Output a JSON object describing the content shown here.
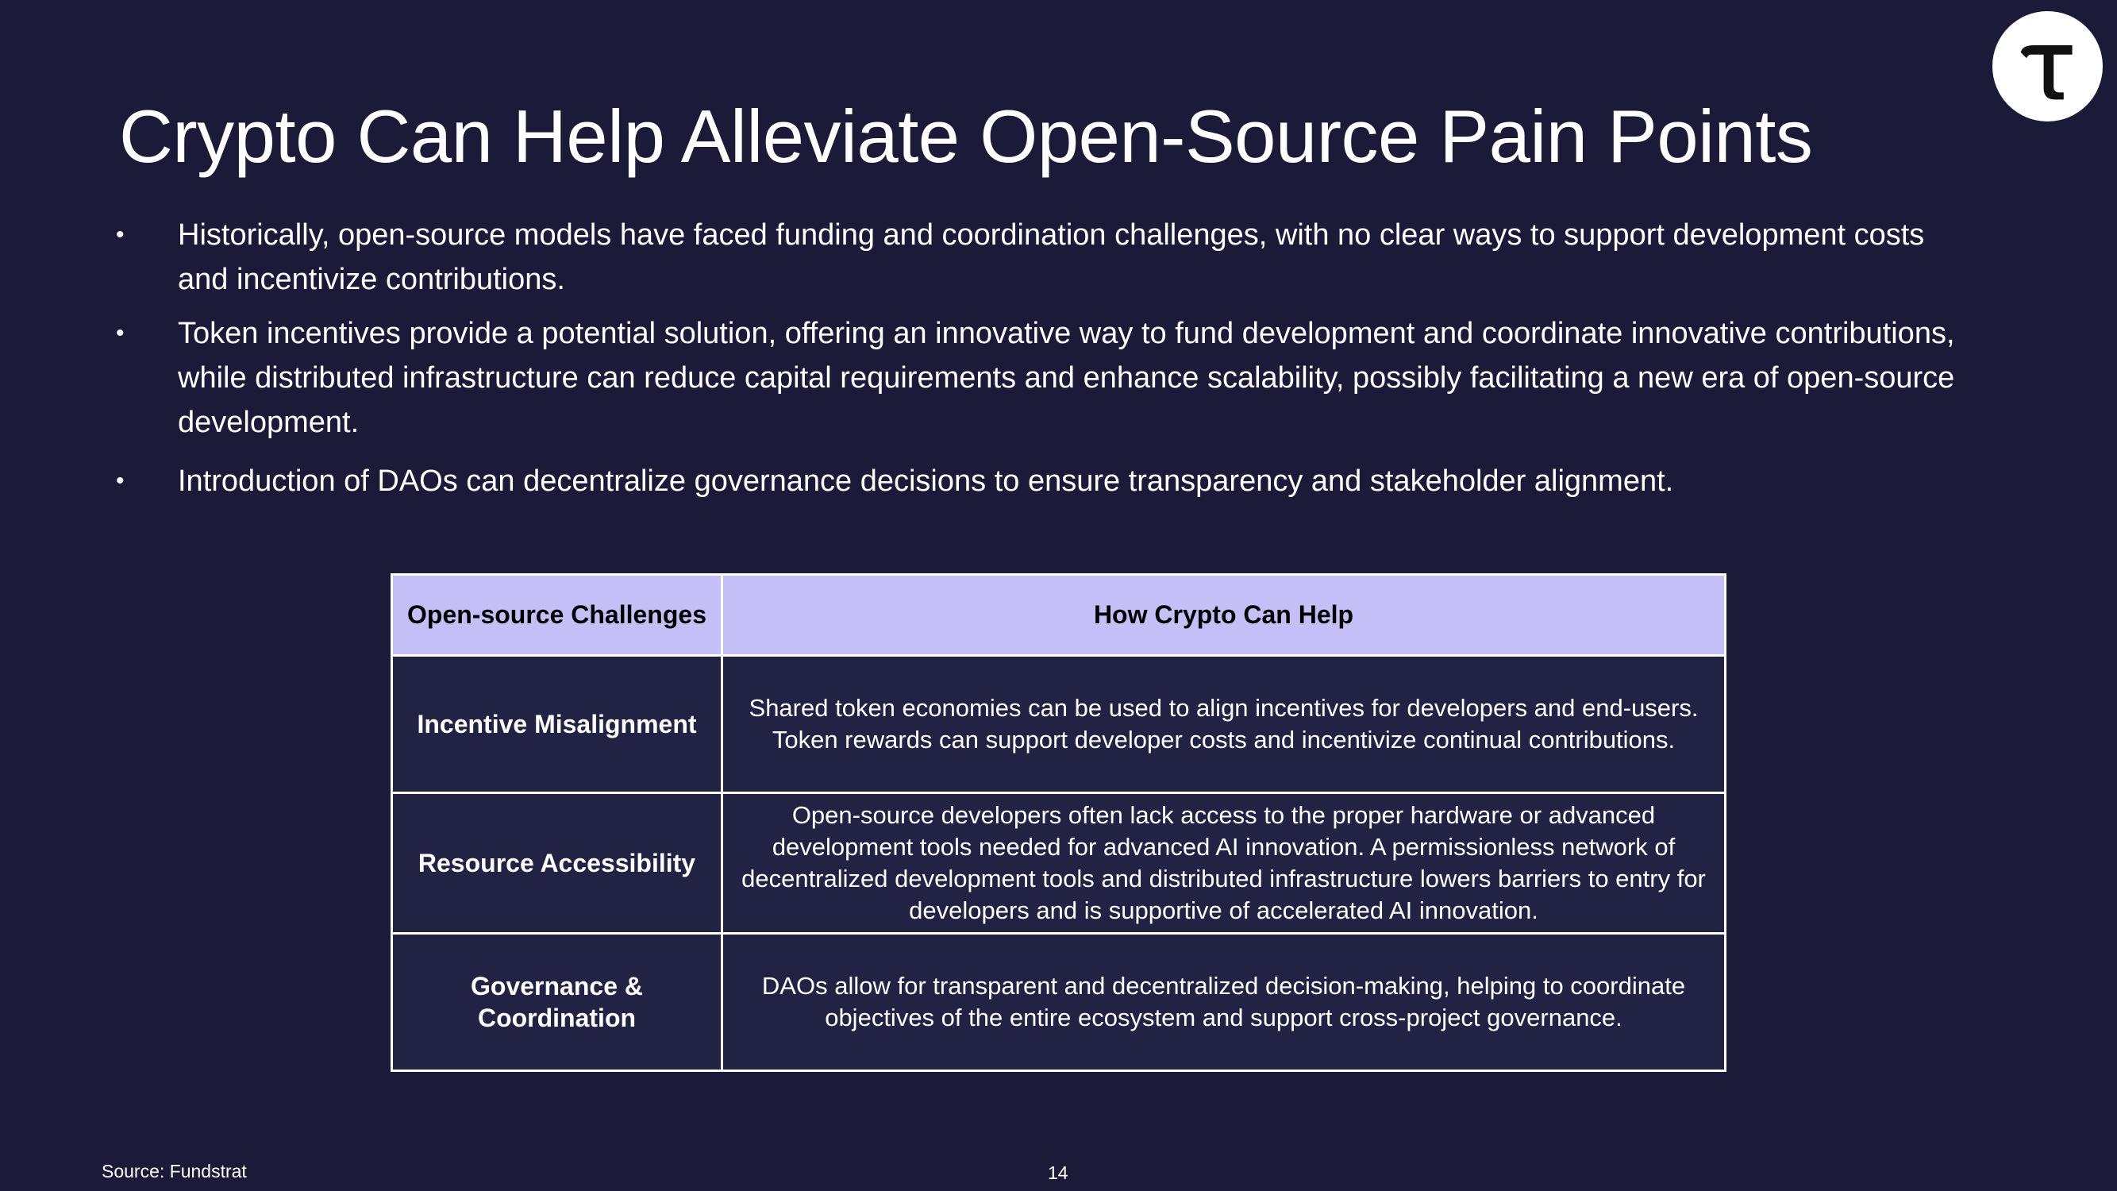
{
  "title": "Crypto Can Help Alleviate Open-Source Pain Points",
  "bullets": [
    "Historically, open-source models have faced funding and coordination challenges, with no clear ways to support development costs and incentivize contributions.",
    "Token incentives provide a potential solution, offering an innovative way to fund development and coordinate innovative contributions, while distributed infrastructure can reduce capital requirements and enhance scalability, possibly facilitating a new era of open-source development.",
    "Introduction of DAOs can decentralize governance decisions to ensure transparency and stakeholder alignment."
  ],
  "bullet_glyph": "•",
  "table": {
    "headers": [
      "Open-source Challenges",
      "How Crypto Can Help"
    ],
    "rows": [
      {
        "challenge": "Incentive Misalignment",
        "help": "Shared token economies can be used to align incentives for developers and end-users. Token rewards can support developer costs and incentivize continual contributions."
      },
      {
        "challenge": "Resource Accessibility",
        "help": "Open-source developers often lack access to the proper hardware or advanced development tools needed for advanced AI innovation. A permissionless network of decentralized development tools and distributed infrastructure lowers barriers to entry for developers and is supportive of accelerated AI innovation."
      },
      {
        "challenge": "Governance & Coordination",
        "help": "DAOs allow for transparent and decentralized decision-making, helping to coordinate objectives of the entire ecosystem and support cross-project governance."
      }
    ]
  },
  "footer": {
    "source": "Source: Fundstrat",
    "page_number": "14"
  },
  "logo": {
    "icon": "t-logo-icon",
    "letter": "T"
  },
  "colors": {
    "background": "#1b1a39",
    "header_fill": "#c4bff7",
    "cell_fill": "#222245",
    "text": "#ffffff"
  }
}
